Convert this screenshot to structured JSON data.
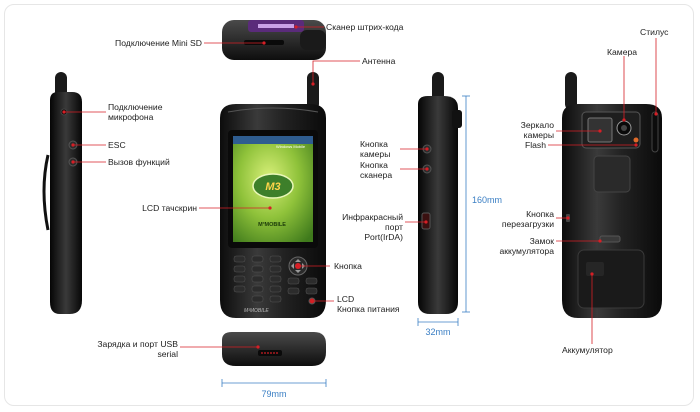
{
  "labels": {
    "barcode_scanner": "Сканер штрих-кода",
    "mini_sd": "Подключение Mini SD",
    "antenna": "Антенна",
    "stylus": "Стилус",
    "camera": "Камера",
    "mic_line1": "Подключение",
    "mic_line2": "микрофона",
    "esc": "ESC",
    "func_call": "Вызов функций",
    "cam_btn_line1": "Кнопка",
    "cam_btn_line2": "камеры",
    "scan_btn_line1": "Кнопка",
    "scan_btn_line2": "сканера",
    "mirror_line1": "Зеркало",
    "mirror_line2": "камеры",
    "flash": "Flash",
    "lcd_touch": "LCD тачскрин",
    "irda_line1": "Инфракрасный",
    "irda_line2": "порт",
    "irda_line3": "Port(IrDA)",
    "reset_line1": "Кнопка",
    "reset_line2": "перезагрузки",
    "battery_lock_line1": "Замок",
    "battery_lock_line2": "аккумулятора",
    "button": "Кнопка",
    "lcd": "LCD",
    "power_btn": "Кнопка питания",
    "usb_line1": "Зарядка и порт USB",
    "usb_line2": "serial",
    "battery": "Аккумулятор"
  },
  "dimensions": {
    "height": "160mm",
    "depth": "32mm",
    "width": "79mm"
  },
  "device": {
    "brand": "M³MOBILE",
    "screen_logo": "M3",
    "screen_brand": "M³MOBILE",
    "windows_text": "Windows Mobile"
  },
  "colors": {
    "accent_red": "#d61f26",
    "dimension_blue": "#3b7fc4",
    "body_dark": "#1b1b1b",
    "screen_green": "#8fc23a"
  }
}
